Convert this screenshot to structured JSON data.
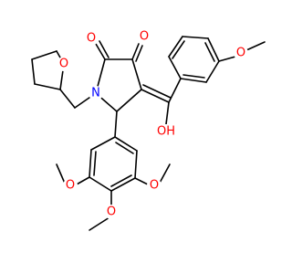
{
  "colors": {
    "background": "#ffffff",
    "bond": "#000000",
    "oxygen": "#ff0000",
    "nitrogen": "#0000ff"
  },
  "atom_labels": {
    "o_ketone_left": "O",
    "o_ketone_right": "O",
    "o_thf_ring": "O",
    "n_pyrrolidine": "N",
    "o_methoxy_benzoyl": "O",
    "o_hydroxyl": "OH",
    "o_methoxy_a": "O",
    "o_methoxy_b": "O",
    "o_methoxy_c": "O"
  }
}
